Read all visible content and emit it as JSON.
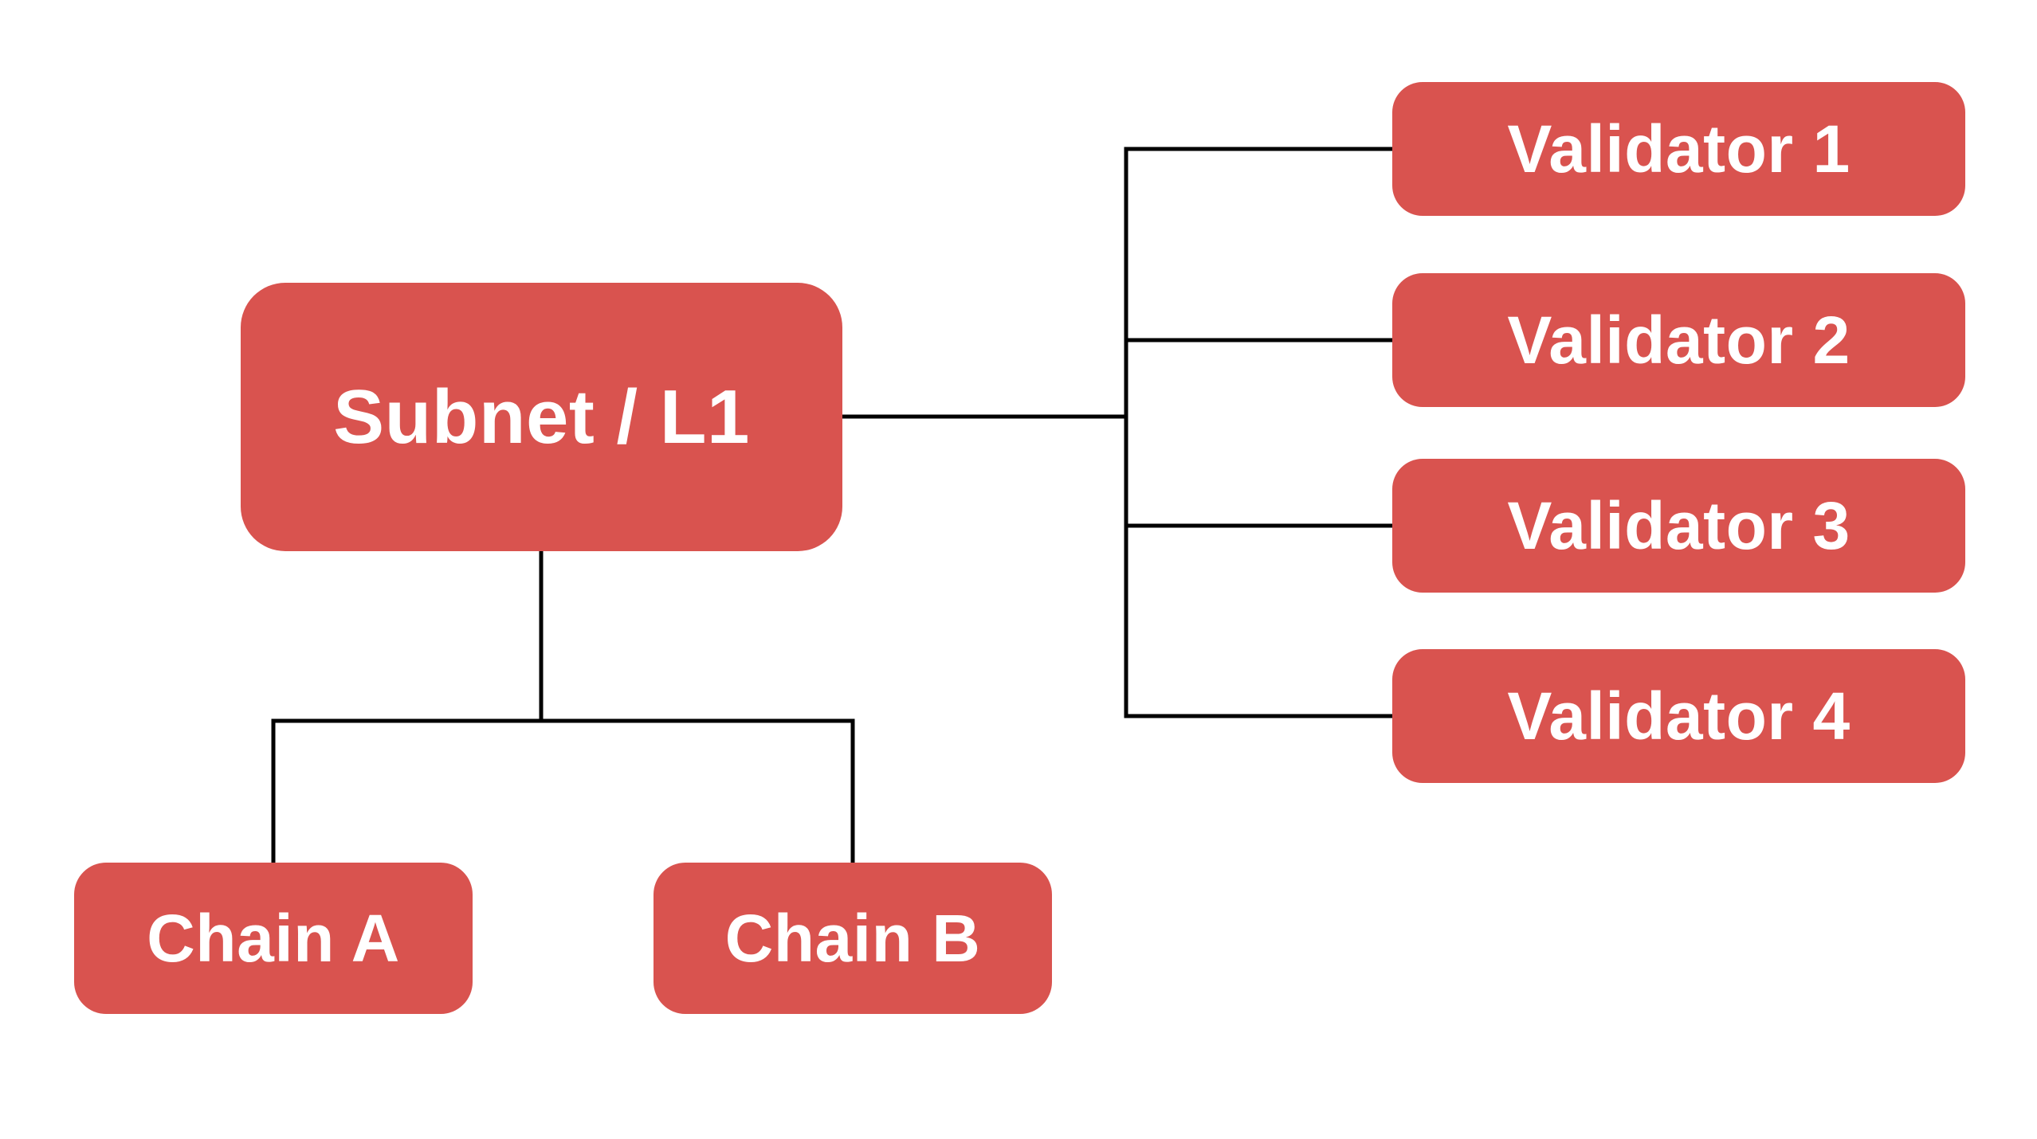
{
  "diagram": {
    "background_color": "#ffffff",
    "node_fill_color": "#D9534F",
    "node_text_color": "#ffffff",
    "line_color": "#000000",
    "nodes": {
      "subnet": {
        "label": "Subnet / L1"
      },
      "chain_a": {
        "label": "Chain A"
      },
      "chain_b": {
        "label": "Chain B"
      },
      "validator_1": {
        "label": "Validator 1"
      },
      "validator_2": {
        "label": "Validator 2"
      },
      "validator_3": {
        "label": "Validator 3"
      },
      "validator_4": {
        "label": "Validator 4"
      }
    },
    "edges": [
      {
        "from": "subnet",
        "to": "chain_a"
      },
      {
        "from": "subnet",
        "to": "chain_b"
      },
      {
        "from": "subnet",
        "to": "validator_1"
      },
      {
        "from": "subnet",
        "to": "validator_2"
      },
      {
        "from": "subnet",
        "to": "validator_3"
      },
      {
        "from": "subnet",
        "to": "validator_4"
      }
    ]
  }
}
